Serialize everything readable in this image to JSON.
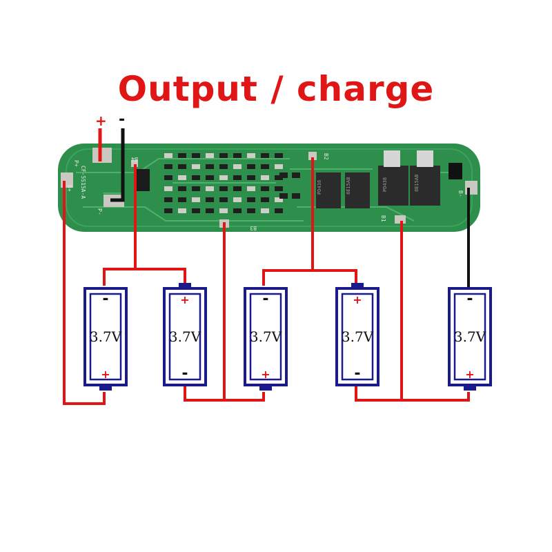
{
  "title": "Output / charge",
  "terminals": {
    "positive": "+",
    "negative": "-"
  },
  "board": {
    "model": "CF-5S15A-A",
    "pads": {
      "p_minus": "P-",
      "p_plus": "P+",
      "b_plus": "B+",
      "b4": "B4",
      "b3": "B3",
      "b2": "B2",
      "b1": "B1",
      "b_minus": "B-"
    },
    "mosfet_marks": [
      "PD438",
      "8E15AB"
    ],
    "color": "#2e8f4d"
  },
  "cells": [
    {
      "voltage": "3.7V",
      "top": "-",
      "bottom": "+"
    },
    {
      "voltage": "3.7V",
      "top": "+",
      "bottom": "-"
    },
    {
      "voltage": "3.7V",
      "top": "-",
      "bottom": "+"
    },
    {
      "voltage": "3.7V",
      "top": "+",
      "bottom": "-"
    },
    {
      "voltage": "3.7V",
      "top": "-",
      "bottom": "+"
    }
  ],
  "colors": {
    "wire": "#e01515",
    "cell_outline": "#1a1a8a",
    "title": "#e01515"
  }
}
